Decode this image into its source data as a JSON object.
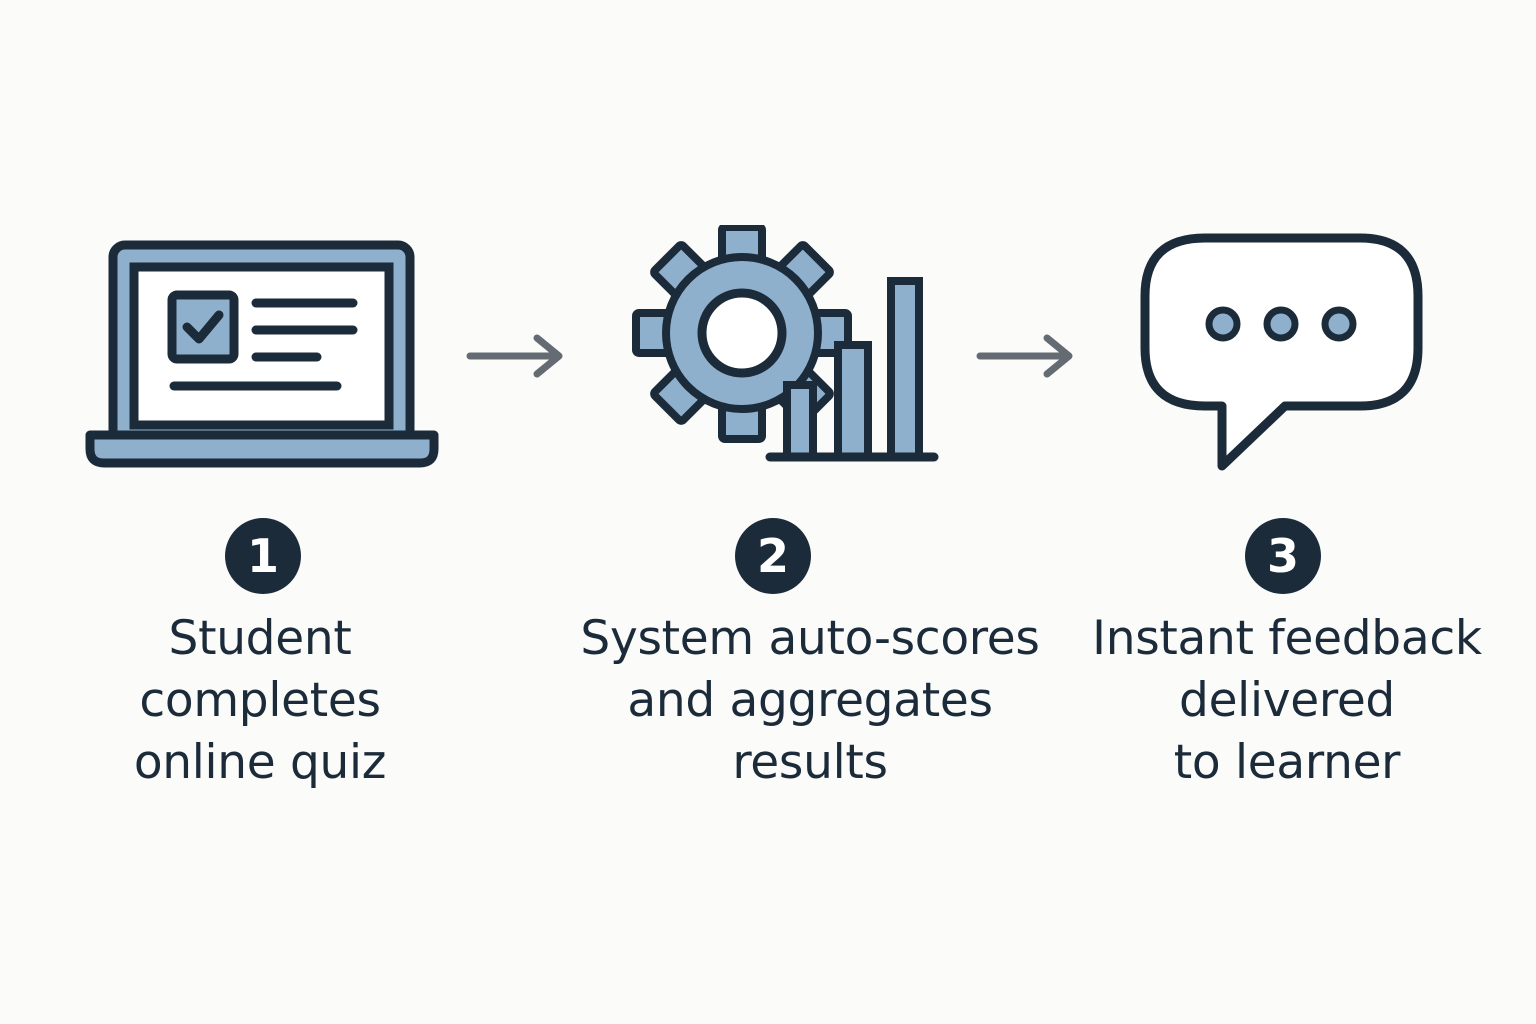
{
  "colors": {
    "background": "#fbfbf9",
    "outline": "#1c2b3a",
    "fill": "#8fb0cc",
    "arrow": "#646b72",
    "badge_text": "#ffffff"
  },
  "steps": [
    {
      "number": "1",
      "icon": "laptop-quiz-icon",
      "lines": [
        "Student",
        "completes",
        "online quiz"
      ]
    },
    {
      "number": "2",
      "icon": "gear-chart-icon",
      "lines": [
        "System auto-scores",
        "and aggregates",
        "results"
      ]
    },
    {
      "number": "3",
      "icon": "speech-bubble-icon",
      "lines": [
        "Instant feedback",
        "delivered",
        "to learner"
      ]
    }
  ]
}
